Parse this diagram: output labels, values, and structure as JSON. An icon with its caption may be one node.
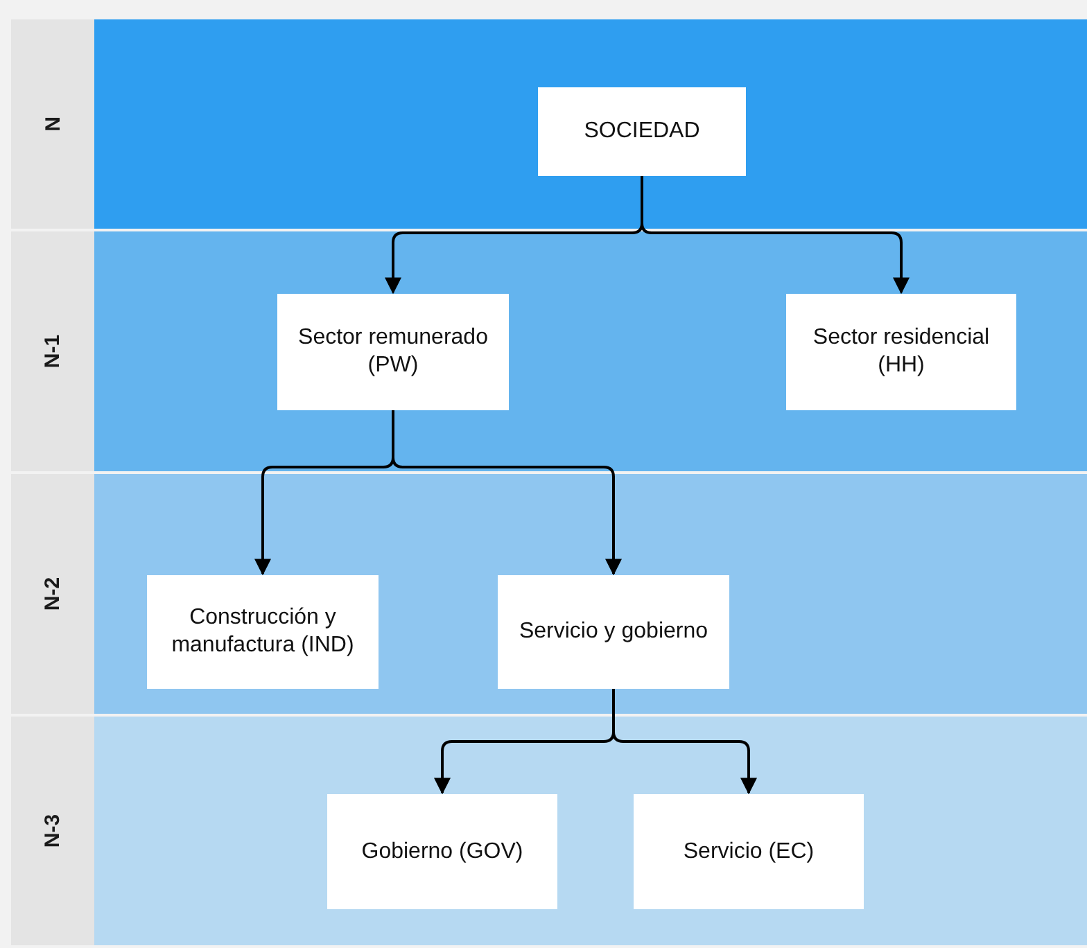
{
  "diagram": {
    "nodes": [
      {
        "text": [
          "N"
        ]
      },
      {
        "text": [
          "SOCIEDAD"
        ],
        "in": 0
      },
      {
        "text": [
          "N-1"
        ]
      },
      {
        "text": [
          "Sector remunerado (PW)"
        ],
        "in": 2
      },
      {
        "text": [
          "Sector residencial (HH)"
        ],
        "in": 2
      },
      {
        "text": [
          "N-2"
        ]
      },
      {
        "text": [
          "Construcción y manufactura (IND)"
        ],
        "in": 5
      },
      {
        "text": [
          "Servicio y gobierno"
        ],
        "in": 5
      },
      {
        "text": [
          "N-3"
        ]
      },
      {
        "text": [
          "Gobierno (GOV)"
        ],
        "in": 8
      },
      {
        "text": [
          "Servicio (EC)"
        ],
        "in": 8
      }
    ],
    "edges": [
      {
        "from": 1,
        "to": 3,
        "arrow": "to"
      },
      {
        "from": 1,
        "to": 4,
        "arrow": "to"
      },
      {
        "from": 3,
        "to": 6,
        "arrow": "to"
      },
      {
        "from": 3,
        "to": 7,
        "arrow": "to"
      },
      {
        "from": 7,
        "to": 9,
        "arrow": "to"
      },
      {
        "from": 7,
        "to": 10,
        "arrow": "to"
      }
    ]
  }
}
